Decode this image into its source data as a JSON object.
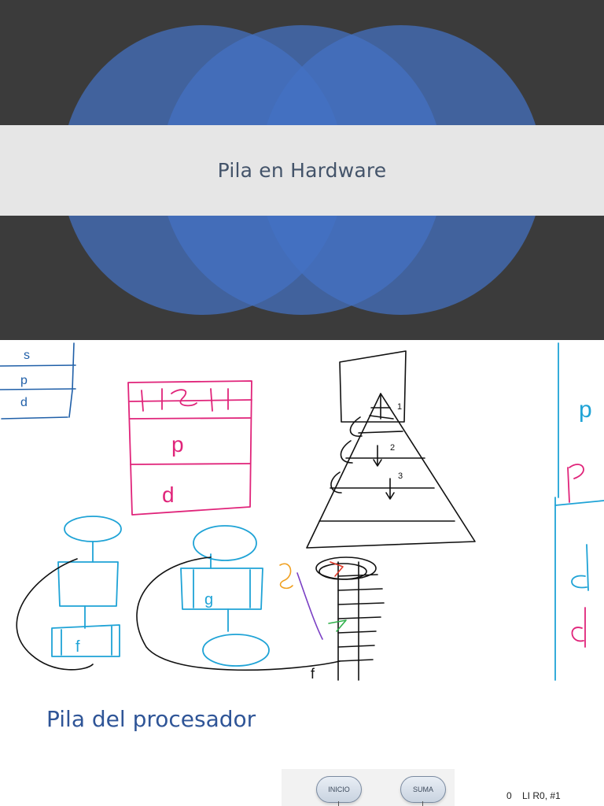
{
  "slide1": {
    "title": "Pila en Hardware",
    "colors": {
      "background": "#3b3b3b",
      "circles": "#4472c4",
      "band": "#e6e6e6",
      "title_text": "#44546a"
    }
  },
  "slide2": {
    "description_note": "",
    "labels": {
      "small_table": [
        "s",
        "p",
        "d"
      ],
      "pink_table": [
        "s",
        "p",
        "d"
      ],
      "right_column": [
        "p",
        "d"
      ],
      "pyramid_levels": [
        "1",
        "2",
        "3"
      ],
      "flow_a": "f",
      "flow_b": "g",
      "flow_c": "f"
    },
    "colors": {
      "blue_ink": "#1f5fa8",
      "pink_ink": "#e0247a",
      "cyan_ink": "#1fa3d6",
      "black_ink": "#111111"
    }
  },
  "slide3": {
    "heading": "Pila del procesador",
    "buttons": [
      {
        "label": "INICIO"
      },
      {
        "label": "SUMA"
      }
    ],
    "code_line": "0    LI R0, #1"
  }
}
